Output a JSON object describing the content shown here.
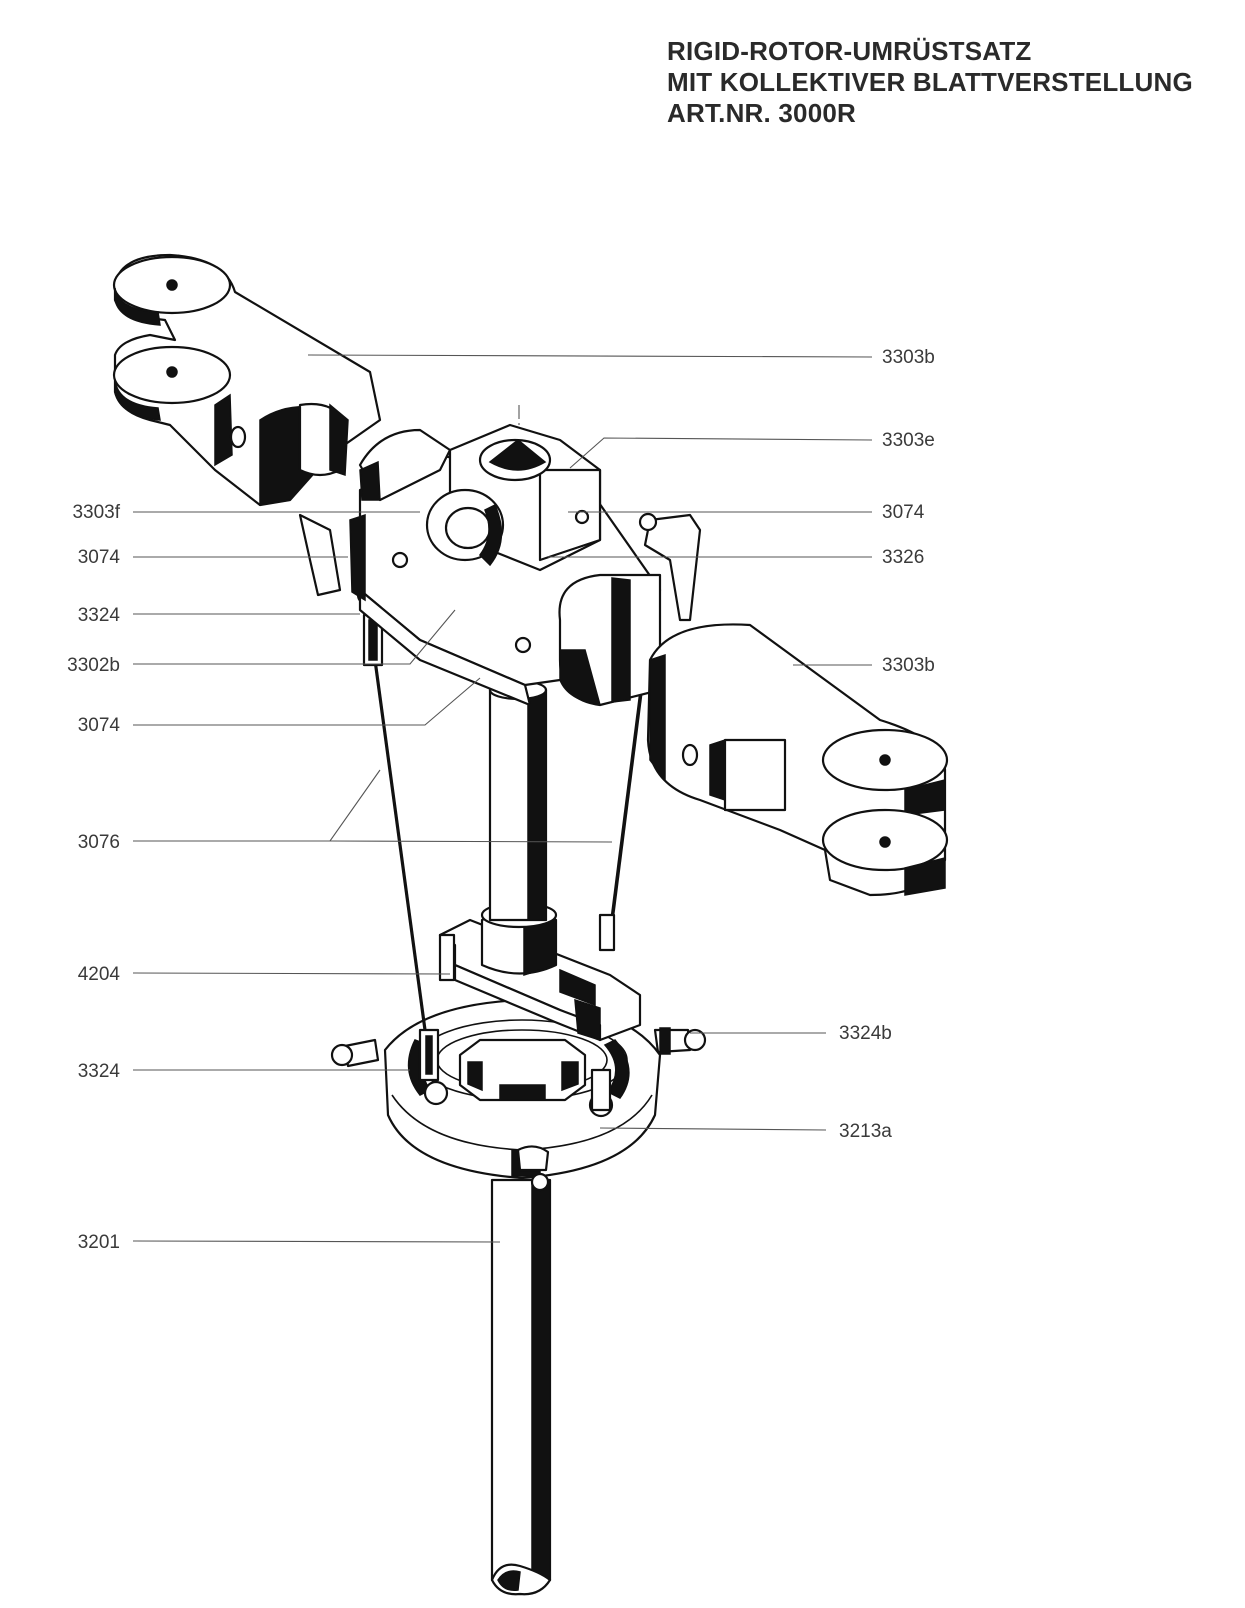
{
  "title_lines": [
    "RIGID-ROTOR-UMRÜSTSATZ",
    "MIT KOLLEKTIVER BLATTVERSTELLUNG",
    "ART.NR. 3000R"
  ],
  "part_labels": {
    "blade_grip_top": "3303b",
    "hub_cap": "3303e",
    "arm_left": "3303f",
    "bolt_left": "3074",
    "bolt_right": "3074",
    "center_block": "3326",
    "ball_link_top": "3324",
    "hub_center": "3302b",
    "bolt_lower": "3074",
    "blade_grip_bottom": "3303b",
    "push_rod": "3076",
    "guide": "4204",
    "ball_right": "3324b",
    "ball_link_bottom": "3324",
    "swashplate": "3213a",
    "main_shaft": "3201"
  }
}
